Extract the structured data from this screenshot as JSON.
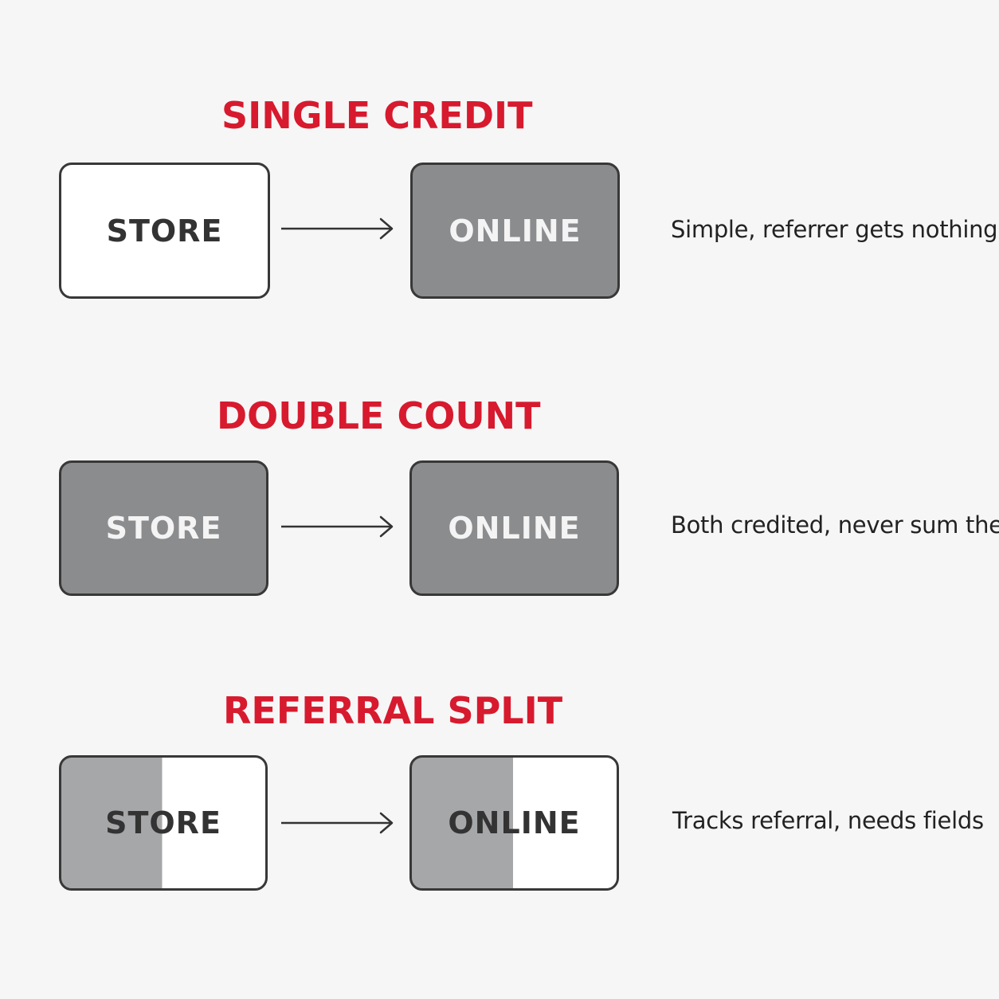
{
  "colors": {
    "title": "#d71a2e",
    "box_border": "#383838",
    "box_gray": "#8b8c8e",
    "box_split_gray": "#a6a7a9",
    "box_white": "#ffffff",
    "background": "#f6f6f6"
  },
  "sections": [
    {
      "title": "SINGLE CREDIT",
      "left_box": {
        "label": "STORE",
        "fill": "white"
      },
      "right_box": {
        "label": "ONLINE",
        "fill": "gray"
      },
      "caption": "Simple, referrer gets nothing"
    },
    {
      "title": "DOUBLE COUNT",
      "left_box": {
        "label": "STORE",
        "fill": "gray"
      },
      "right_box": {
        "label": "ONLINE",
        "fill": "gray"
      },
      "caption": "Both credited, never sum them"
    },
    {
      "title": "REFERRAL SPLIT",
      "left_box": {
        "label": "STORE",
        "fill": "split"
      },
      "right_box": {
        "label": "ONLINE",
        "fill": "split"
      },
      "caption": "Tracks referral, needs fields"
    }
  ]
}
